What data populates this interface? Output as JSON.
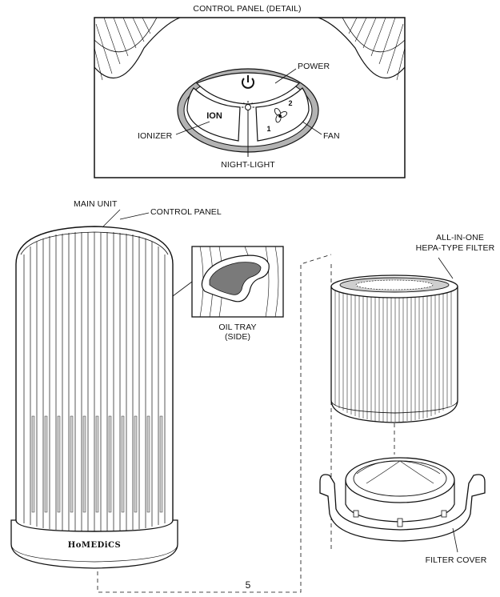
{
  "detail_title": "CONTROL PANEL (DETAIL)",
  "control_panel": {
    "power": "POWER",
    "ionizer": "IONIZER",
    "fan": "FAN",
    "night_light": "NIGHT-LIGHT",
    "ion_button": "ION",
    "fan_speed_2": "2",
    "fan_speed_1": "1",
    "icons": [
      "power-icon",
      "night-light-icon",
      "fan-icon"
    ]
  },
  "unit": {
    "main_unit": "MAIN UNIT",
    "control_panel": "CONTROL PANEL",
    "brand": "HoMEDiCS"
  },
  "oil_tray": {
    "line1": "OIL TRAY",
    "line2": "(SIDE)"
  },
  "filter": {
    "line1": "ALL-IN-ONE",
    "line2": "HEPA-TYPE FILTER"
  },
  "filter_cover": "FILTER COVER",
  "page_number": "5"
}
